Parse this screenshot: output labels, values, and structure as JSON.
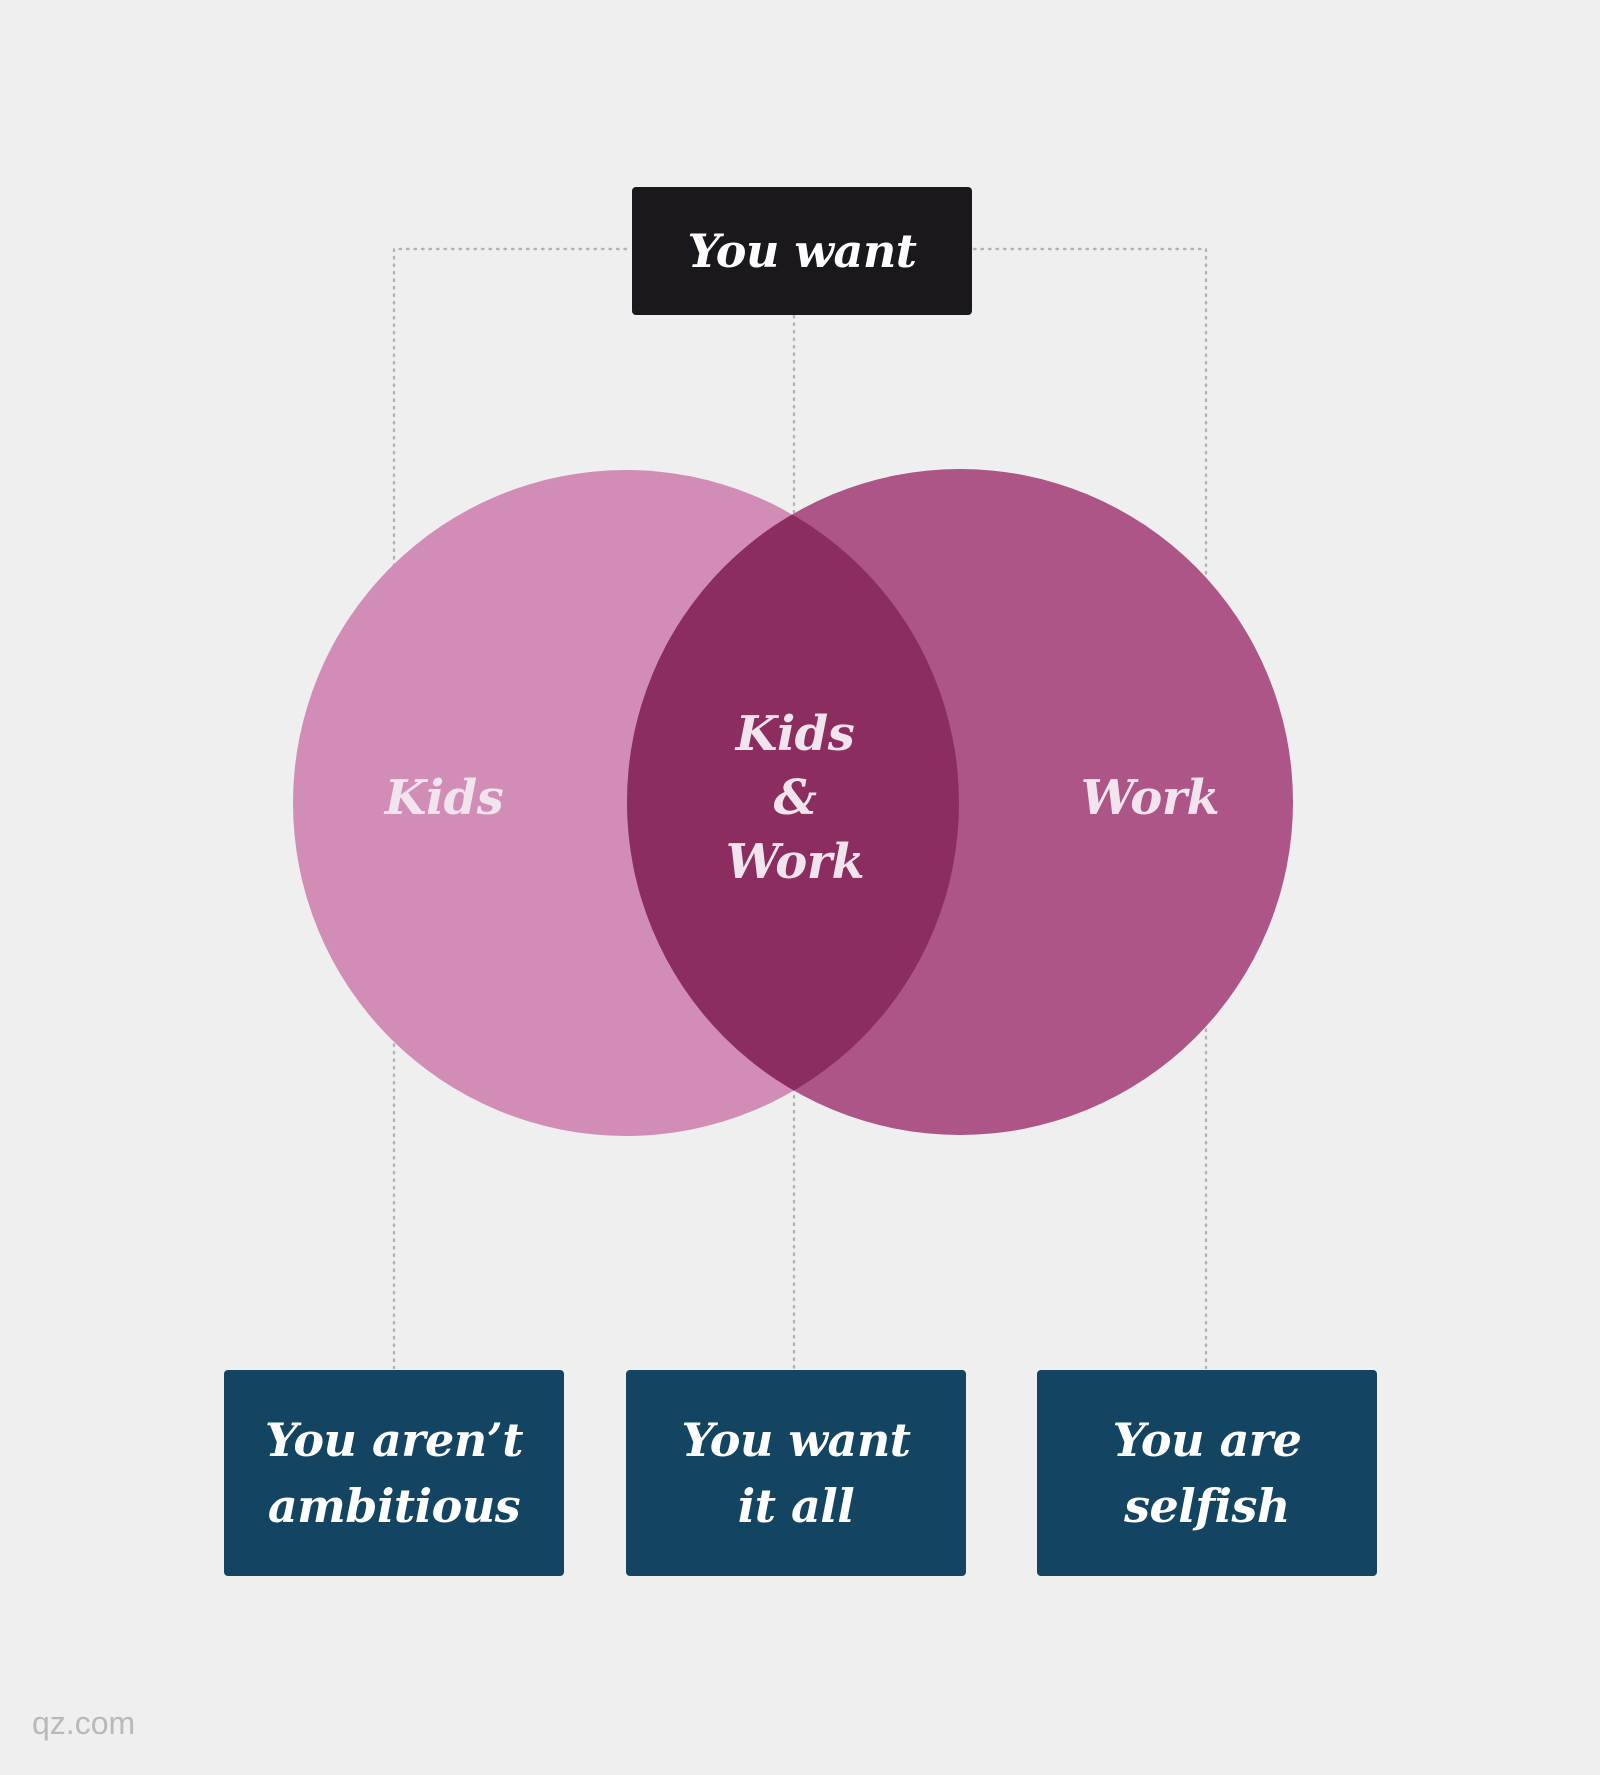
{
  "header": {
    "label": "You want"
  },
  "circles": {
    "left": {
      "label": "Kids",
      "color": "#d18db6"
    },
    "right": {
      "label": "Work",
      "color": "#ac5586"
    },
    "overlap": {
      "lines": [
        "Kids",
        "&",
        "Work"
      ],
      "color": "#8b2e5f"
    }
  },
  "outcomes": [
    {
      "lines": [
        "You aren’t",
        "ambitious"
      ]
    },
    {
      "lines": [
        "You want",
        "it all"
      ]
    },
    {
      "lines": [
        "You are",
        "selfish"
      ]
    }
  ],
  "colors": {
    "background": "#efefef",
    "header_box": "#1b181d",
    "outcome_box": "#134563",
    "connector": "#b3b3b3"
  },
  "credit": "qz.com"
}
